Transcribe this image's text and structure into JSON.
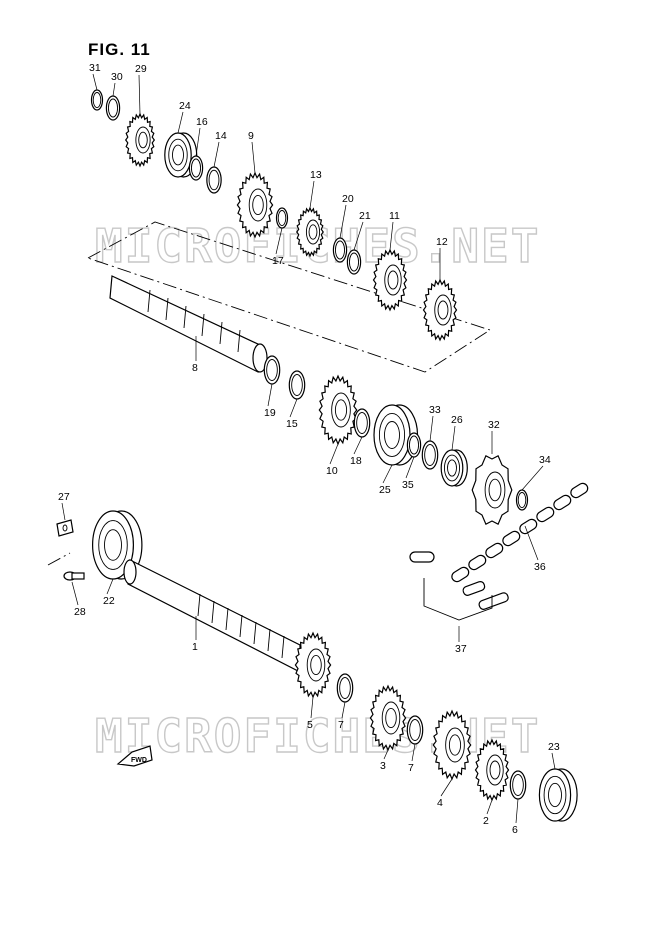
{
  "figure_title": "FIG. 11",
  "watermark": "MICROFICHES.NET",
  "fwd_label": "FWD",
  "callouts": [
    "31",
    "30",
    "29",
    "24",
    "16",
    "14",
    "9",
    "13",
    "20",
    "21",
    "11",
    "12",
    "17",
    "8",
    "19",
    "15",
    "10",
    "18",
    "25",
    "35",
    "33",
    "26",
    "32",
    "34",
    "27",
    "22",
    "28",
    "36",
    "1",
    "5",
    "7",
    "3",
    "4",
    "2",
    "6",
    "23",
    "37"
  ]
}
